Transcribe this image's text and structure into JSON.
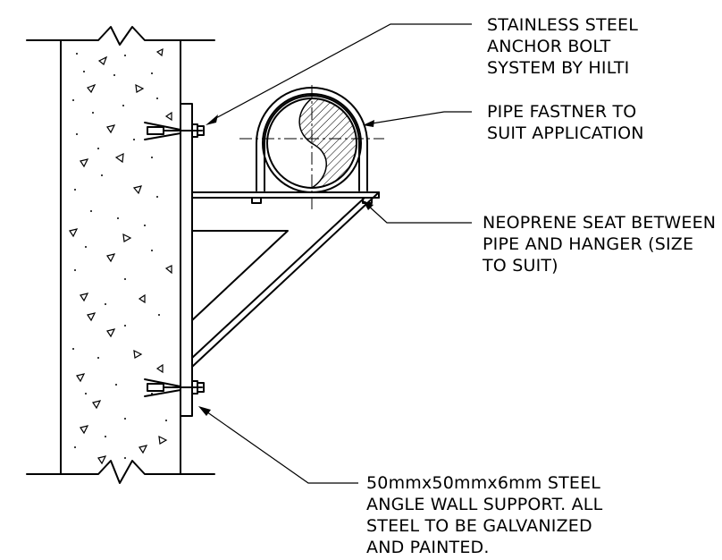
{
  "notes": {
    "anchor": [
      "STAINLESS STEEL",
      "ANCHOR BOLT",
      "SYSTEM BY HILTI"
    ],
    "fastener": [
      "PIPE FASTNER TO",
      "SUIT APPLICATION"
    ],
    "neoprene": [
      "NEOPRENE SEAT BETWEEN",
      "PIPE AND HANGER (SIZE",
      "TO SUIT)"
    ],
    "angle": [
      "50mmx50mmx6mm STEEL",
      "ANGLE WALL SUPPORT. ALL",
      "STEEL TO BE GALVANIZED",
      "AND PAINTED."
    ]
  }
}
